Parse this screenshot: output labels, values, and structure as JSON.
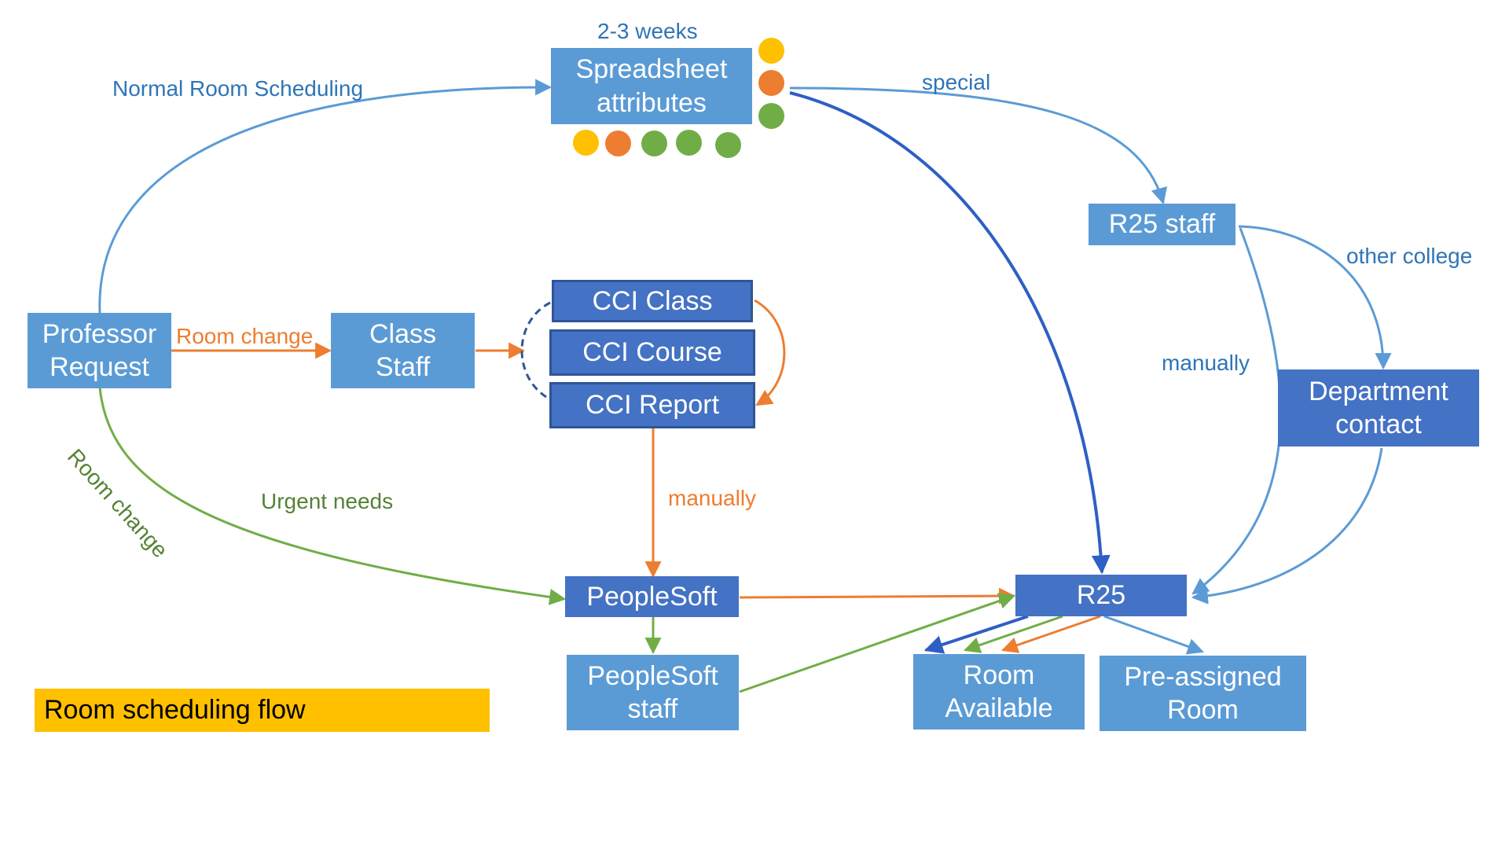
{
  "colors": {
    "box_light": "#5b9bd5",
    "box_dark": "#4472c4",
    "banner": "#ffc000",
    "arrow_blue": "#5b9bd5",
    "arrow_darkblue": "#2f5fc4",
    "arrow_orange": "#ed7d31",
    "arrow_green": "#70ad47",
    "dot_yellow": "#ffc000",
    "dot_orange": "#ed7d31",
    "dot_green": "#70ad47"
  },
  "banner": {
    "title": "Room scheduling flow"
  },
  "nodes": {
    "professor_request": "Professor\nRequest",
    "class_staff": "Class\nStaff",
    "spreadsheet": "Spreadsheet\nattributes",
    "cci_class": "CCI Class",
    "cci_course": "CCI Course",
    "cci_report": "CCI Report",
    "peoplesoft": "PeopleSoft",
    "peoplesoft_staff": "PeopleSoft\nstaff",
    "r25_staff": "R25 staff",
    "department_contact": "Department\ncontact",
    "r25": "R25",
    "room_available": "Room\nAvailable",
    "pre_assigned_room": "Pre-assigned\nRoom"
  },
  "labels": {
    "duration": "2-3 weeks",
    "normal_scheduling": "Normal Room Scheduling",
    "special": "special",
    "room_change_orange": "Room change",
    "room_change_green": "Room change",
    "urgent_needs": "Urgent needs",
    "manually_orange": "manually",
    "manually_blue": "manually",
    "other_college": "other college"
  },
  "status_dots": {
    "side": [
      "yellow",
      "orange",
      "green"
    ],
    "bottom": [
      "yellow",
      "orange",
      "green",
      "green",
      "green"
    ]
  }
}
